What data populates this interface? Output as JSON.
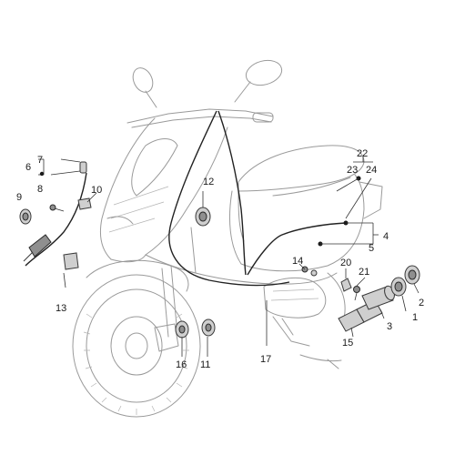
{
  "callouts": [
    {
      "id": "1",
      "label": "1"
    },
    {
      "id": "2",
      "label": "2"
    },
    {
      "id": "3",
      "label": "3"
    },
    {
      "id": "4",
      "label": "4"
    },
    {
      "id": "5",
      "label": "5"
    },
    {
      "id": "6",
      "label": "6"
    },
    {
      "id": "7",
      "label": "7"
    },
    {
      "id": "8",
      "label": "8"
    },
    {
      "id": "9",
      "label": "9"
    },
    {
      "id": "10",
      "label": "10"
    },
    {
      "id": "11",
      "label": "11"
    },
    {
      "id": "12",
      "label": "12"
    },
    {
      "id": "13",
      "label": "13"
    },
    {
      "id": "14",
      "label": "14"
    },
    {
      "id": "15",
      "label": "15"
    },
    {
      "id": "16",
      "label": "16"
    },
    {
      "id": "17",
      "label": "17"
    },
    {
      "id": "20",
      "label": "20"
    },
    {
      "id": "21",
      "label": "21"
    },
    {
      "id": "22",
      "label": "22"
    },
    {
      "id": "23",
      "label": "23"
    },
    {
      "id": "24",
      "label": "24"
    }
  ],
  "colors": {
    "background": "#ffffff",
    "outline": "#9a9a9a",
    "part_fill": "#cfcfcf",
    "ink": "#1a1a1a"
  }
}
